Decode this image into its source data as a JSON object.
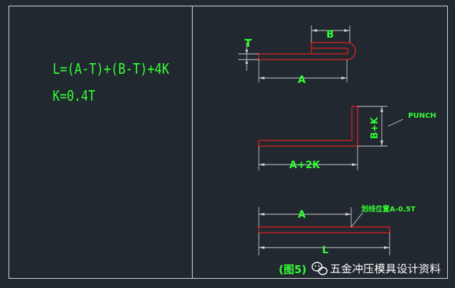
{
  "formula": {
    "line1": "L=(A-T)+(B-T)+4K",
    "line2": "K=0.4T"
  },
  "labels": {
    "t": "T",
    "b_top": "B",
    "a_top": "A",
    "bk": "B+K",
    "punch": "PUNCH",
    "a2k": "A+2K",
    "a_bottom": "A",
    "score": "划线位置A-0.5T",
    "l": "L"
  },
  "caption": "(图5)",
  "watermark": "五金冲压模具设计资料",
  "colors": {
    "background": "#212830",
    "text_green": "#33ff33",
    "part_red": "#e02020",
    "frame": "#d8d8d8"
  }
}
